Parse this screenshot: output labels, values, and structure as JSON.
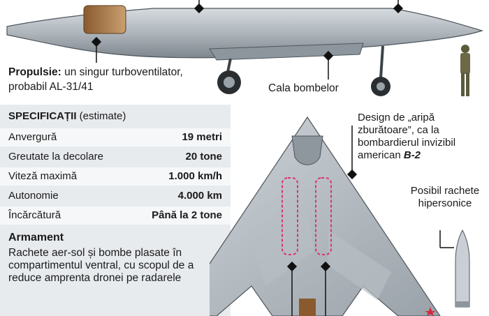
{
  "propulsion": {
    "label": "Propulsie:",
    "text": " un singur turboventilator, probabil AL-31/41"
  },
  "bomb_bay_label": "Cala bombelor",
  "specs": {
    "title": "SPECIFICAȚII",
    "subtitle": " (estimate)",
    "rows": [
      {
        "label": "Anvergură",
        "value": "19 metri"
      },
      {
        "label": "Greutate la decolare",
        "value": "20 tone"
      },
      {
        "label": "Viteză maximă",
        "value": "1.000 km/h"
      },
      {
        "label": "Autonomie",
        "value": "4.000 km"
      },
      {
        "label": "Încărcătură",
        "value": "Până la 2 tone"
      }
    ]
  },
  "armament": {
    "title": "Armament",
    "text": "Rachete aer-sol și bombe plasate în compartimentul ventral, cu scopul de a reduce amprenta dronei pe radarele"
  },
  "design": {
    "text": "Design de „aripă zburătoare”, ca la bombardierul invizibil american ",
    "emph": "B-2"
  },
  "missile": {
    "text": "Posibil rachete hipersonice"
  },
  "colors": {
    "fuselage": "#b9c0c6",
    "dark": "#5d666e",
    "spec_bg": "#e8ebee",
    "bay": "#d9336f",
    "star": "#d22a3c"
  }
}
